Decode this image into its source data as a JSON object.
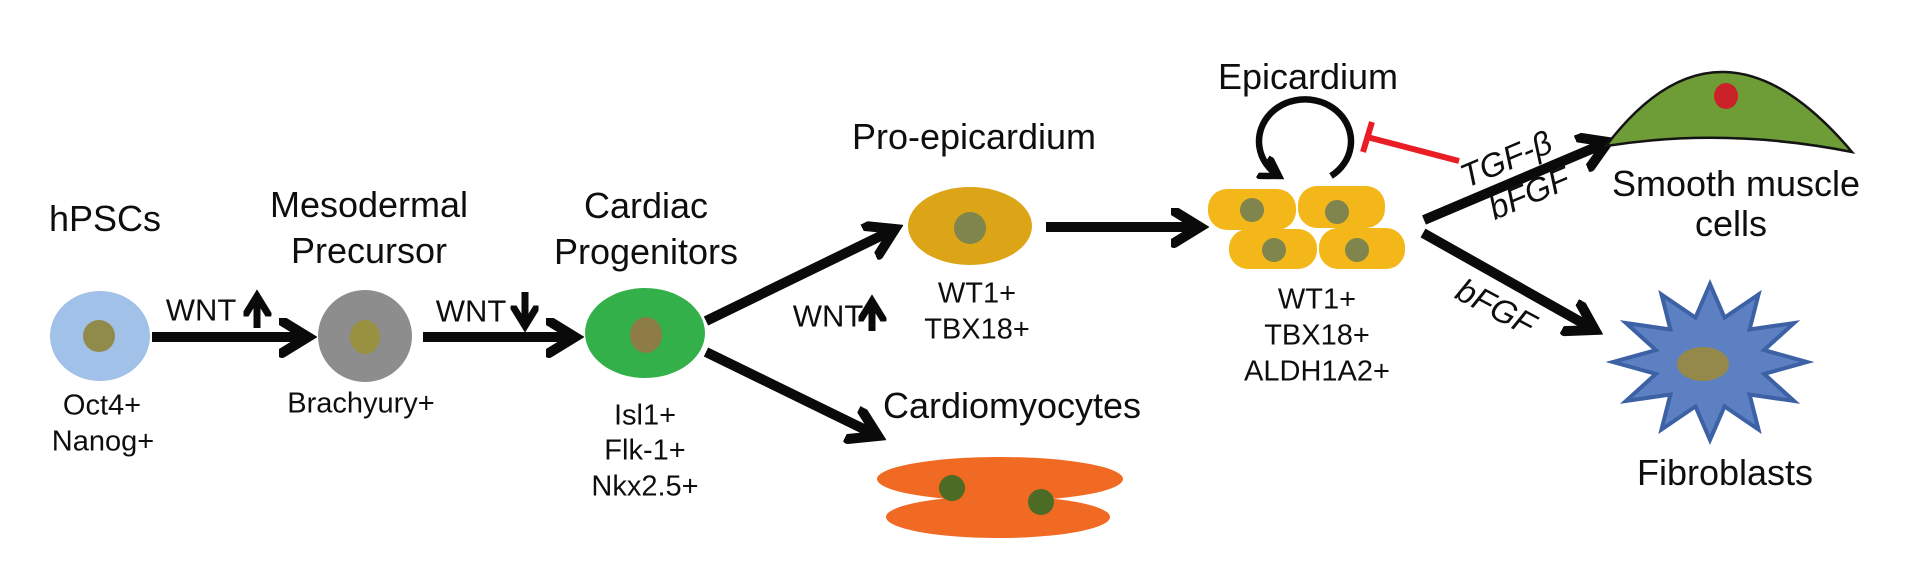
{
  "figure": {
    "type": "cell-differentiation-pathway",
    "stages": {
      "hpscs": {
        "label": "hPSCs",
        "markers": [
          "Oct4+",
          "Nanog+"
        ]
      },
      "mesodermal": {
        "label_line1": "Mesodermal",
        "label_line2": "Precursor",
        "markers": [
          "Brachyury+"
        ]
      },
      "cardiac": {
        "label_line1": "Cardiac",
        "label_line2": "Progenitors",
        "markers": [
          "Isl1+",
          "Flk-1+",
          "Nkx2.5+"
        ]
      },
      "proepicardium": {
        "label": "Pro-epicardium",
        "markers": [
          "WT1+",
          "TBX18+"
        ]
      },
      "epicardium": {
        "label": "Epicardium",
        "markers": [
          "WT1+",
          "TBX18+",
          "ALDH1A2+"
        ]
      },
      "cardiomyocytes": {
        "label": "Cardiomyocytes"
      },
      "smooth_muscle": {
        "label_line1": "Smooth muscle",
        "label_line2": "cells"
      },
      "fibroblasts": {
        "label": "Fibroblasts"
      }
    },
    "signals": {
      "wnt1": {
        "text": "WNT",
        "direction": "up"
      },
      "wnt2": {
        "text": "WNT",
        "direction": "down"
      },
      "wnt3": {
        "text": "WNT",
        "direction": "up"
      },
      "tgfb": {
        "text": "TGF-β"
      },
      "bfgf_upper": {
        "text": "bFGF"
      },
      "bfgf_lower": {
        "text": "bFGF"
      }
    },
    "colors": {
      "hpsc_cell": "#a2c1e8",
      "mesodermal_cell": "#8d8d8d",
      "cardiac_cell": "#33b04a",
      "proepicardium_cell": "#dca517",
      "epicardium_cell": "#f3b71a",
      "cardiomyocyte_cell": "#f16a23",
      "smooth_muscle_cell": "#6e9c37",
      "fibroblast_cell": "#5c80c2",
      "fibroblast_outline": "#3d61a5",
      "nucleus_olive": "#908a4b",
      "nucleus_yellow_olive": "#98913f",
      "nucleus_brown": "#8d7c46",
      "nucleus_dark_olive": "#7f854c",
      "cardiomyocyte_nucleus": "#4c6b25",
      "smooth_muscle_nucleus": "#cb2128",
      "fibroblast_nucleus": "#94894a",
      "arrow_black": "#0a0a0a",
      "inhibition_red": "#ea1c24"
    }
  }
}
